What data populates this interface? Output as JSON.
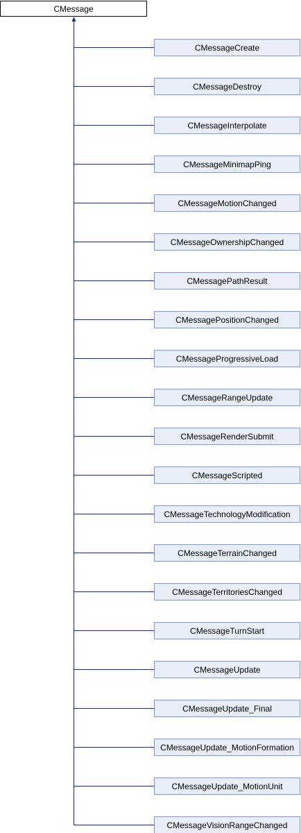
{
  "base_class": {
    "name": "CMessage"
  },
  "derived_classes": [
    "CMessageCreate",
    "CMessageDestroy",
    "CMessageInterpolate",
    "CMessageMinimapPing",
    "CMessageMotionChanged",
    "CMessageOwnershipChanged",
    "CMessagePathResult",
    "CMessagePositionChanged",
    "CMessageProgressiveLoad",
    "CMessageRangeUpdate",
    "CMessageRenderSubmit",
    "CMessageScripted",
    "CMessageTechnologyModification",
    "CMessageTerrainChanged",
    "CMessageTerritoriesChanged",
    "CMessageTurnStart",
    "CMessageUpdate",
    "CMessageUpdate_Final",
    "CMessageUpdate_MotionFormation",
    "CMessageUpdate_MotionUnit",
    "CMessageVisionRangeChanged"
  ],
  "colors": {
    "base_fill": "#ffffff",
    "base_border": "#000000",
    "derived_fill": "#e8eef7",
    "derived_border": "#8497c0",
    "edge": "#1f2f7a"
  }
}
